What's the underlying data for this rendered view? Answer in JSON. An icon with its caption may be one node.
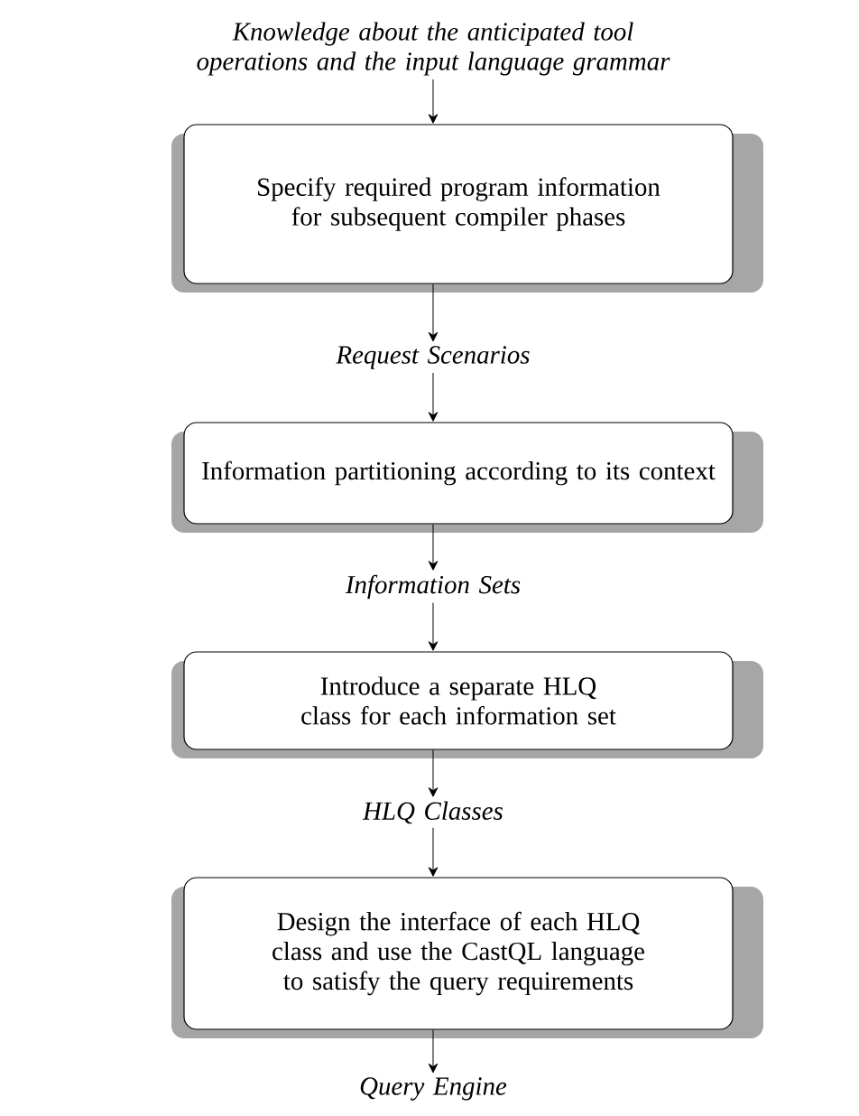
{
  "diagram": {
    "nodes": [
      {
        "text": [
          "Knowledge about the anticipated tool operations and the input language grammar"
        ]
      },
      {
        "text": [
          "Specify required program information for subsequent compiler phases"
        ]
      },
      {
        "text": [
          "Request Scenarios"
        ]
      },
      {
        "text": [
          "Information partitioning according to its context"
        ]
      },
      {
        "text": [
          "Information Sets"
        ]
      },
      {
        "text": [
          "Introduce a separate HLQ class for each information set"
        ]
      },
      {
        "text": [
          "HLQ Classes"
        ]
      },
      {
        "text": [
          "Design the interface of each HLQ class and use the CastQL language to satisfy the query requirements"
        ]
      },
      {
        "text": [
          "Query Engine"
        ]
      }
    ],
    "edges": [
      {
        "from": 0,
        "to": 1,
        "arrow": "to"
      },
      {
        "from": 1,
        "to": 2,
        "arrow": "to"
      },
      {
        "from": 2,
        "to": 3,
        "arrow": "to"
      },
      {
        "from": 3,
        "to": 4,
        "arrow": "to"
      },
      {
        "from": 4,
        "to": 5,
        "arrow": "to"
      },
      {
        "from": 5,
        "to": 6,
        "arrow": "to"
      },
      {
        "from": 6,
        "to": 7,
        "arrow": "to"
      },
      {
        "from": 7,
        "to": 8,
        "arrow": "to"
      }
    ]
  }
}
